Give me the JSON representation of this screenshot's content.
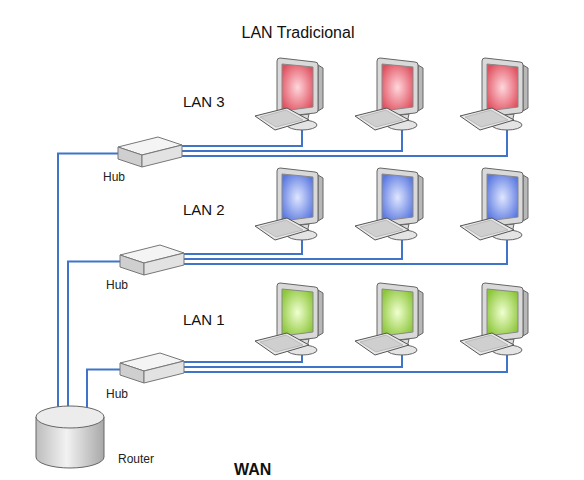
{
  "diagram": {
    "title": "LAN Tradicional",
    "nodes": [
      {
        "text": [
          "Hub"
        ]
      },
      {
        "text": [
          "Hub"
        ]
      },
      {
        "text": [
          "Hub"
        ]
      },
      {
        "text": [
          "Router"
        ]
      }
    ],
    "edges": [
      {
        "from": 3,
        "to": 0,
        "arrow": "none"
      },
      {
        "from": 3,
        "to": 1,
        "arrow": "none"
      },
      {
        "from": 3,
        "to": 2,
        "arrow": "none"
      }
    ],
    "labels": [
      "LAN 3",
      "LAN 2",
      "LAN 1",
      "WAN"
    ]
  }
}
